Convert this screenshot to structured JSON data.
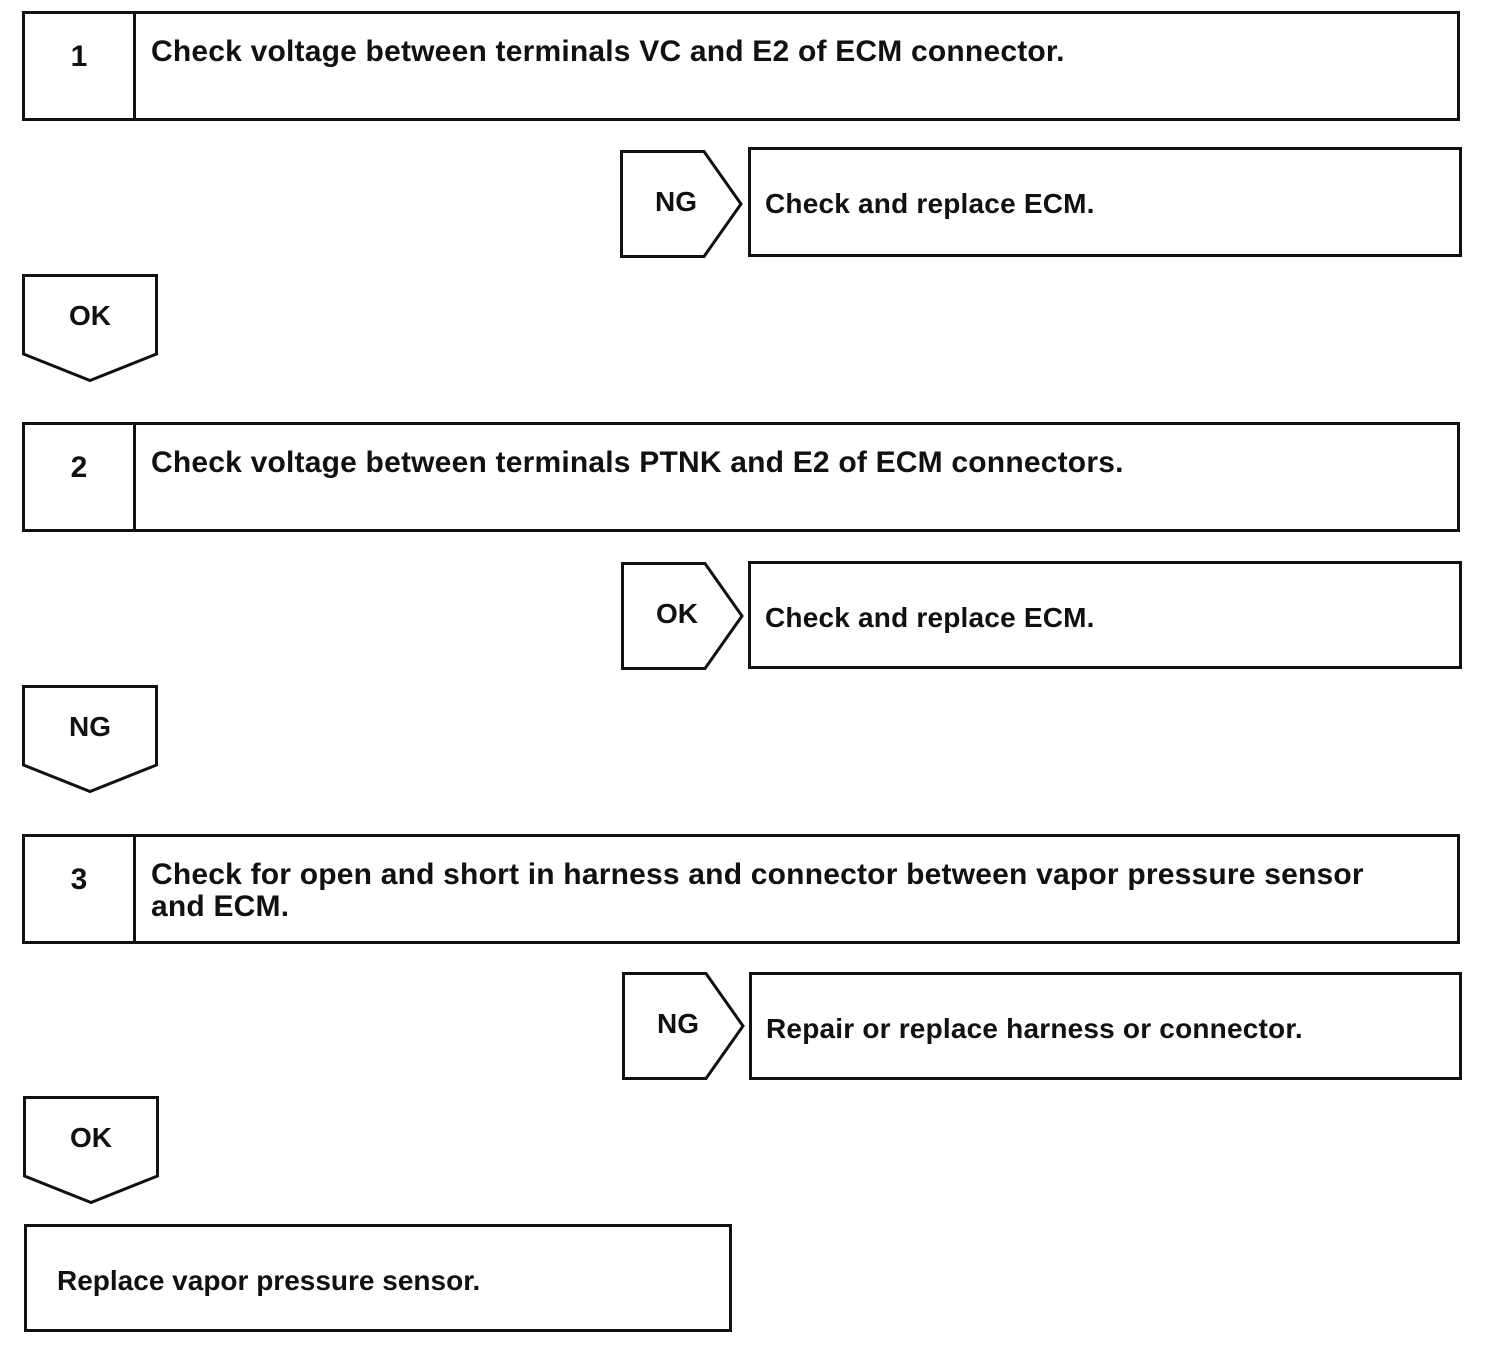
{
  "steps": [
    {
      "number": "1",
      "text": "Check voltage between terminals VC and E2 of ECM connector.",
      "branch": {
        "label": "NG",
        "result": "Check and replace ECM."
      },
      "continue_label": "OK"
    },
    {
      "number": "2",
      "text": "Check voltage between terminals PTNK and E2 of ECM connectors.",
      "branch": {
        "label": "OK",
        "result": "Check and replace ECM."
      },
      "continue_label": "NG"
    },
    {
      "number": "3",
      "text": "Check for open and short in harness and connector between vapor pressure sensor and ECM.",
      "branch": {
        "label": "NG",
        "result": "Repair or replace harness or connector."
      },
      "continue_label": "OK"
    }
  ],
  "final": {
    "text": "Replace vapor pressure sensor."
  }
}
